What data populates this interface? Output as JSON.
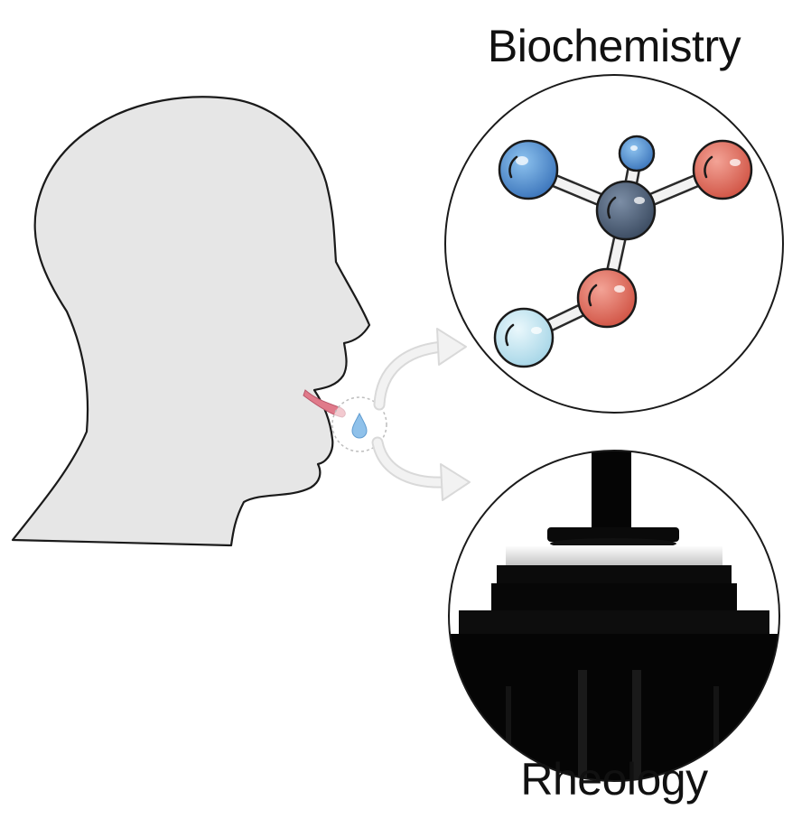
{
  "labels": {
    "top": "Biochemistry",
    "bottom": "Rheology"
  },
  "colors": {
    "head_fill": "#e6e6e6",
    "head_stroke": "#1a1a1a",
    "tongue": "#e07a8a",
    "saliva_drop": "#8fc1ea",
    "arrow": "#e5e5e5",
    "atom_blue": "#4f86c6",
    "atom_light_blue": "#bfe3ef",
    "atom_red": "#e06a5e",
    "atom_center": "#4e6179",
    "bond": "#f2f2f2",
    "rheometer_dark": "#050505",
    "rheometer_background": "#ffffff"
  },
  "icons": {
    "head": "human-head-silhouette-icon",
    "drop": "saliva-drop-icon",
    "molecule": "molecule-icon",
    "rheometer": "rheometer-photo"
  }
}
